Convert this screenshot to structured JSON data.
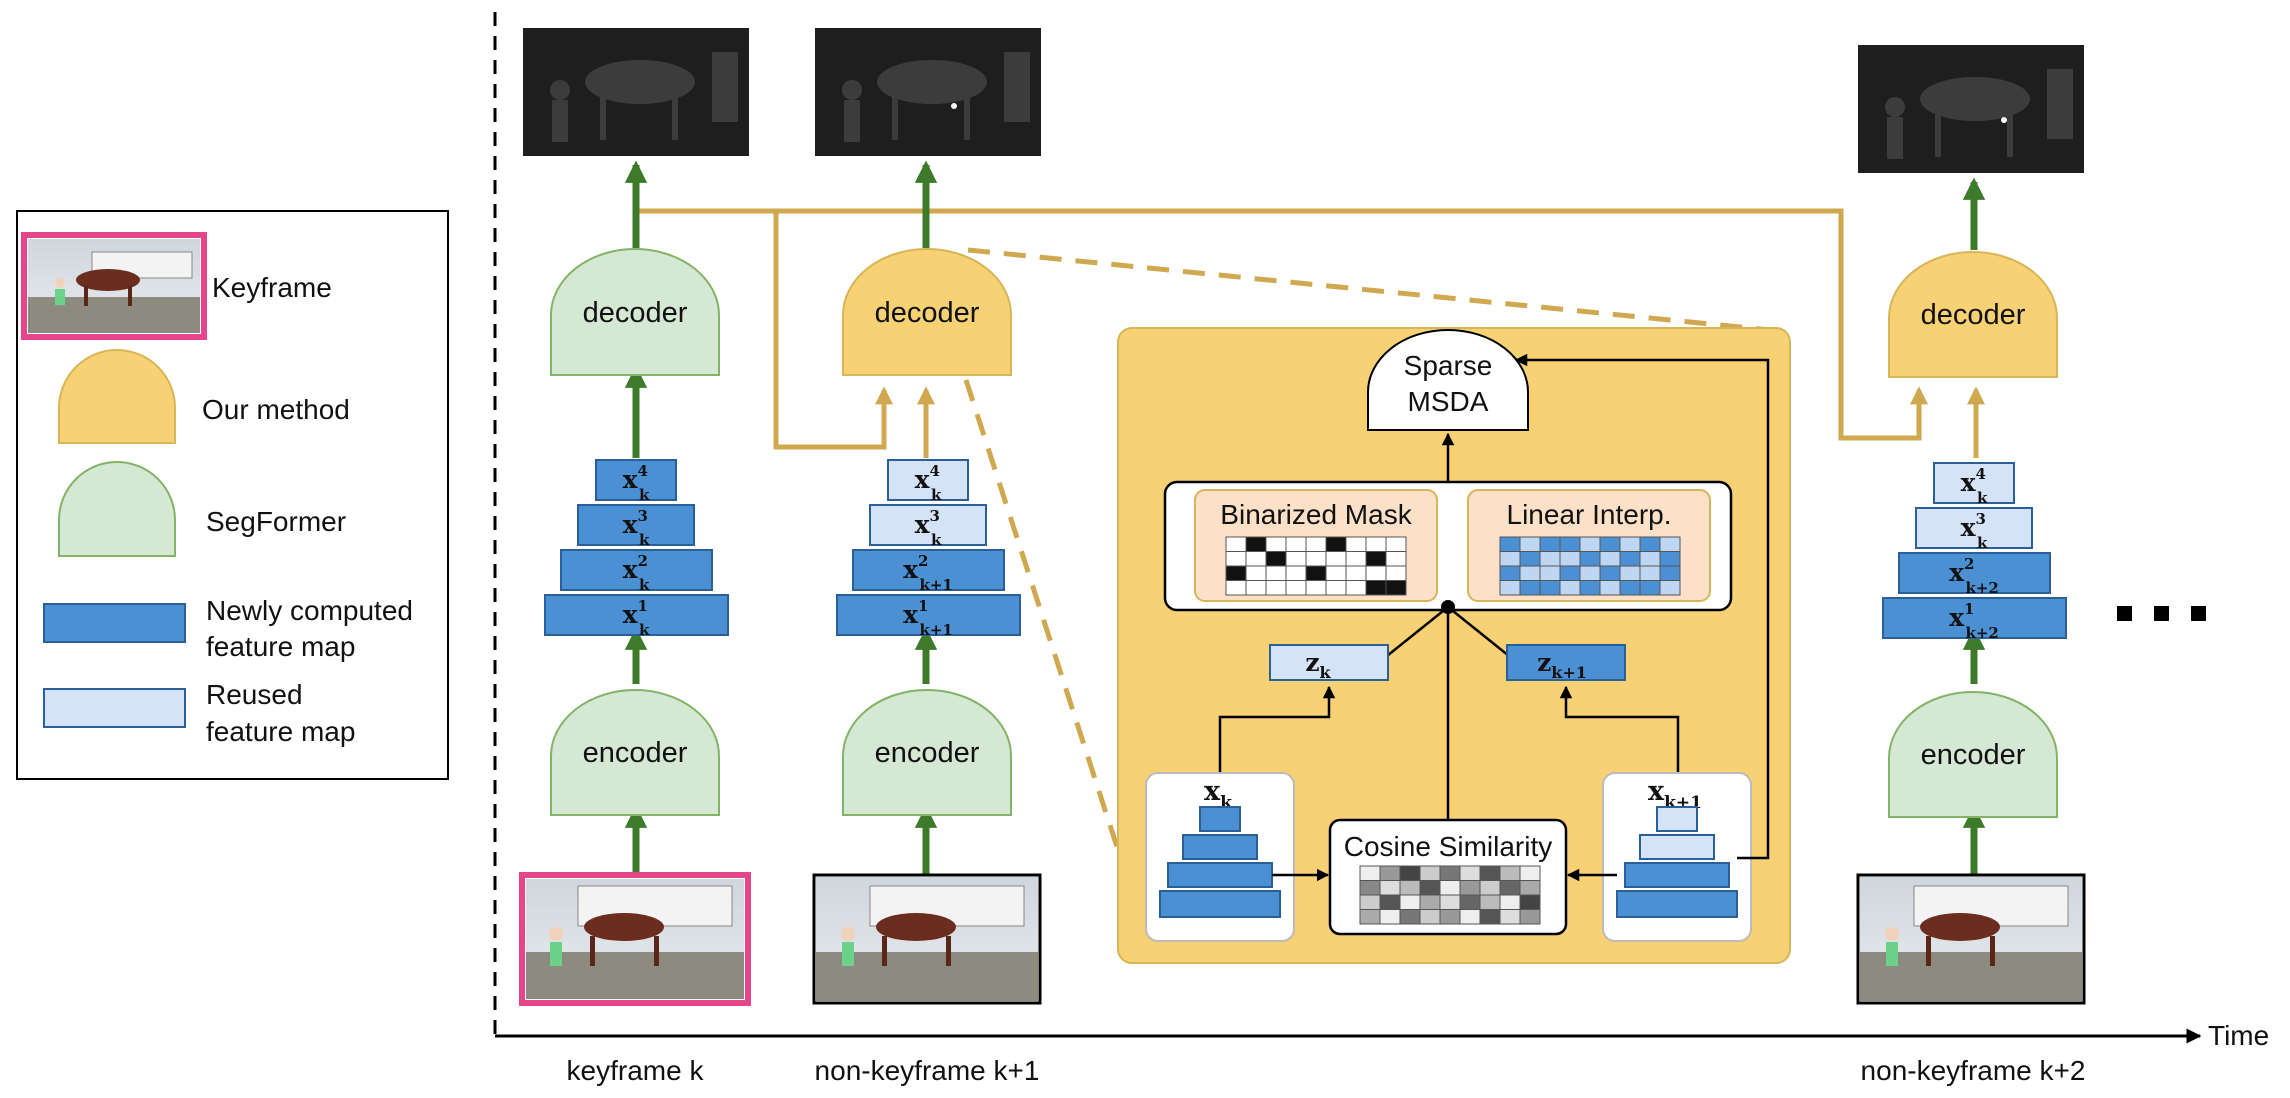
{
  "legend": {
    "keyframe": "Keyframe",
    "our_method": "Our method",
    "segformer": "SegFormer",
    "newly_computed_line1": "Newly computed",
    "newly_computed_line2": "feature map",
    "reused_line1": "Reused",
    "reused_line2": "feature map"
  },
  "blocks": {
    "decoder": "decoder",
    "encoder": "encoder"
  },
  "features": {
    "col1": [
      "x_k^4",
      "x_k^3",
      "x_k^2",
      "x_k^1"
    ],
    "col2": [
      "x_k^4",
      "x_k^3",
      "x_{k+1}^2",
      "x_{k+1}^1"
    ],
    "col3": [
      "x_k^4",
      "x_k^3",
      "x_{k+2}^2",
      "x_{k+2}^1"
    ]
  },
  "detail": {
    "sparse_line1": "Sparse",
    "sparse_line2": "MSDA",
    "binarized_mask": "Binarized Mask",
    "linear_interp": "Linear Interp.",
    "cosine_similarity": "Cosine Similarity",
    "z_k": "z_k",
    "z_k1": "z_{k+1}",
    "x_k": "x_k",
    "x_k1": "x_{k+1}"
  },
  "frames": {
    "col1": "keyframe k",
    "col2": "non-keyframe k+1",
    "col3": "non-keyframe k+2"
  },
  "axis": {
    "time": "Time"
  },
  "colors": {
    "yellow": "#F7D174",
    "yellow_stroke": "#D6B656",
    "green_fill": "#D5E8D4",
    "green_stroke": "#82B366",
    "new_fill": "#4A90D2",
    "reused_fill": "#D4E3F7",
    "blue_stroke": "#2B5F98",
    "orange_fill": "#FCE1C8",
    "key_pink": "#E5468A",
    "tan_line": "#CFA84F",
    "arrow_green": "#3D7A29"
  }
}
